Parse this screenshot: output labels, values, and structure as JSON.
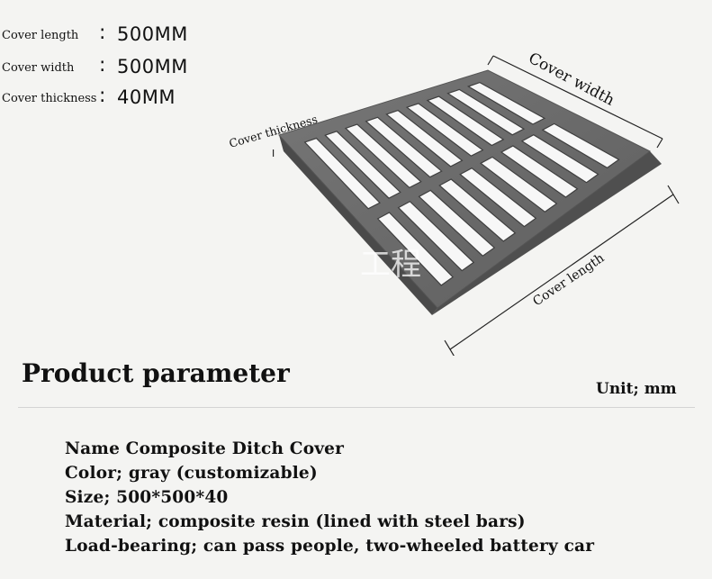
{
  "specs": [
    {
      "label": "Cover length",
      "colon": ":",
      "value": "500MM"
    },
    {
      "label": "Cover width",
      "colon": ":",
      "value": "500MM"
    },
    {
      "label": "Cover thickness",
      "colon": ":",
      "value": "40MM"
    }
  ],
  "image": {
    "label_thickness": "Cover thickness",
    "label_width": "Cover width",
    "label_length": "Cover length",
    "thickness_marker": "I",
    "watermark": "工程"
  },
  "section": {
    "title": "Product parameter",
    "unit": "Unit; mm"
  },
  "params": [
    "Name Composite Ditch Cover",
    "Color; gray (customizable)",
    "Size; 500*500*40",
    "Material; composite resin (lined with steel bars)",
    "Load-bearing; can pass people, two-wheeled battery car"
  ],
  "colors": {
    "grate_top": "#6e6e6e",
    "grate_side": "#4a4a4a",
    "slot": "#f7f7f7",
    "background": "#f4f4f2"
  }
}
